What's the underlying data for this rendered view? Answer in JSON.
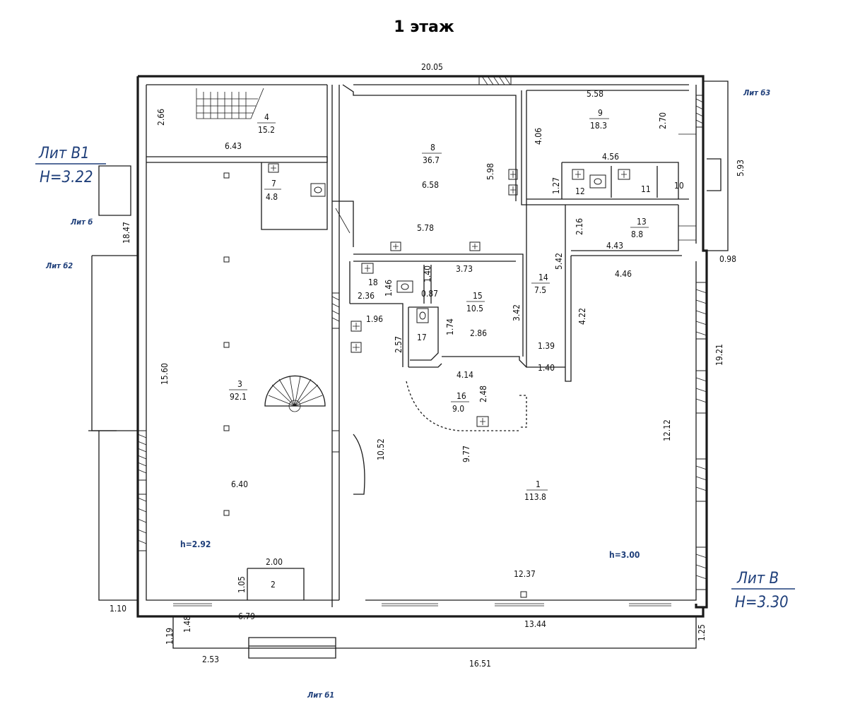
{
  "title": "1 этаж",
  "lit_labels": {
    "b1_name": "Лит В1",
    "b1_height": "H=3.22",
    "b_name": "Лит В",
    "b_height": "H=3.30",
    "lit_b": "Лит б",
    "lit_b2": "Лит б2",
    "lit_b3": "Лит б3",
    "lit_b1": "Лит б1"
  },
  "ceiling_heights": {
    "left": "h=2.92",
    "right": "h=3.00"
  },
  "rooms": [
    {
      "num": "1",
      "area": "113.8"
    },
    {
      "num": "2",
      "area": ""
    },
    {
      "num": "3",
      "area": "92.1"
    },
    {
      "num": "4",
      "area": "15.2"
    },
    {
      "num": "7",
      "area": "4.8"
    },
    {
      "num": "8",
      "area": "36.7"
    },
    {
      "num": "9",
      "area": "18.3"
    },
    {
      "num": "10",
      "area": ""
    },
    {
      "num": "11",
      "area": ""
    },
    {
      "num": "12",
      "area": ""
    },
    {
      "num": "13",
      "area": "8.8"
    },
    {
      "num": "14",
      "area": "7.5"
    },
    {
      "num": "15",
      "area": "10.5"
    },
    {
      "num": "16",
      "area": "9.0"
    },
    {
      "num": "17",
      "area": ""
    },
    {
      "num": "18",
      "area": ""
    }
  ],
  "dimensions": {
    "d20_05": "20.05",
    "d5_58": "5.58",
    "d2_66": "2.66",
    "d6_43": "6.43",
    "d18_47": "18.47",
    "d15_60": "15.60",
    "d6_40": "6.40",
    "d2_00": "2.00",
    "d1_05": "1.05",
    "d6_79": "6.79",
    "d1_10": "1.10",
    "d1_19": "1.19",
    "d1_48": "1.48",
    "d2_53": "2.53",
    "d16_51": "16.51",
    "d13_44": "13.44",
    "d12_37": "12.37",
    "d1_25": "1.25",
    "d19_21": "19.21",
    "d12_12": "12.12",
    "d0_98": "0.98",
    "d5_93": "5.93",
    "d2_70": "2.70",
    "d4_06": "4.06",
    "d4_56": "4.56",
    "d1_27": "1.27",
    "d2_16": "2.16",
    "d4_43": "4.43",
    "d4_46": "4.46",
    "d5_42": "5.42",
    "d4_22": "4.22",
    "d1_39": "1.39",
    "d1_40b": "1.40",
    "d5_98": "5.98",
    "d6_58": "6.58",
    "d5_78": "5.78",
    "d3_73": "3.73",
    "d1_40": "1.40",
    "d1_46": "1.46",
    "d0_87": "0.87",
    "d2_36": "2.36",
    "d1_96": "1.96",
    "d1_74": "1.74",
    "d2_57": "2.57",
    "d2_86": "2.86",
    "d3_42": "3.42",
    "d4_14": "4.14",
    "d2_48": "2.48",
    "d9_77": "9.77",
    "d10_52": "10.52"
  }
}
